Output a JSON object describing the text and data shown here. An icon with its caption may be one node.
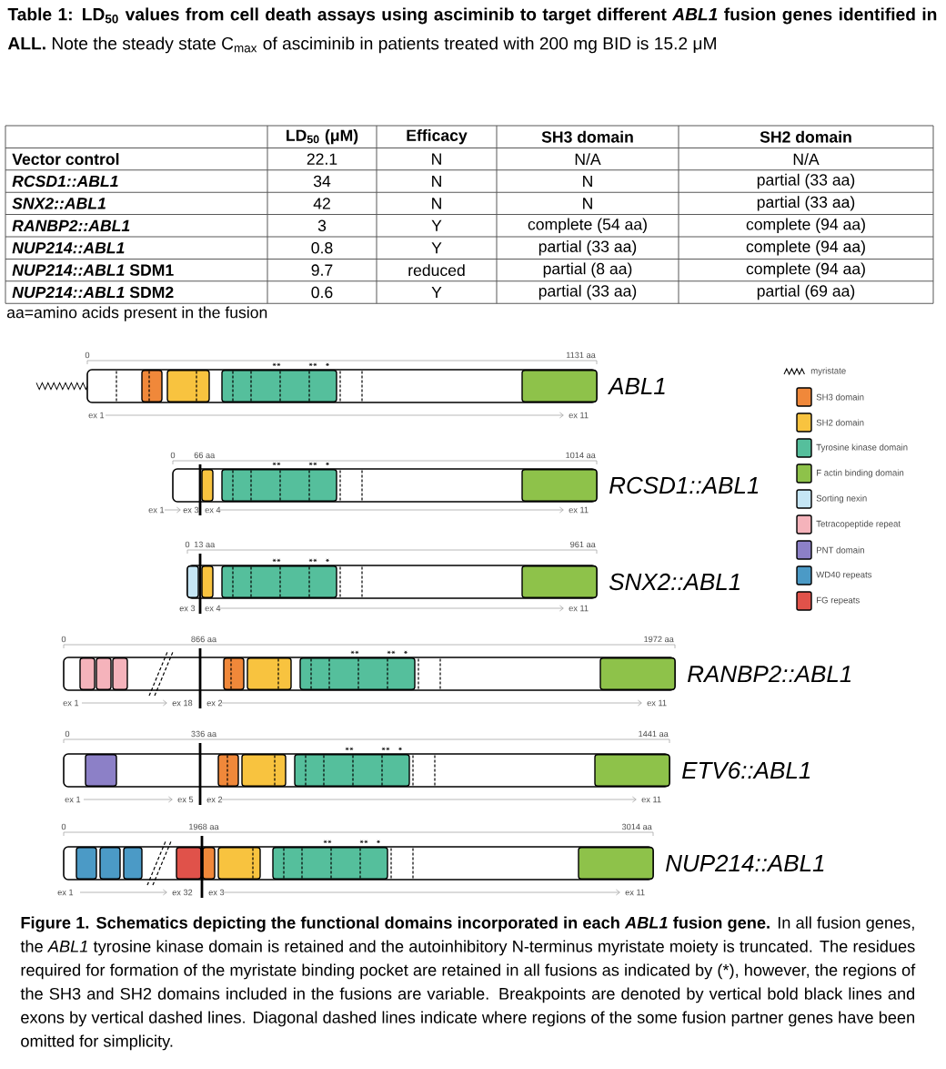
{
  "diagram": {
    "title": "Table 1: LD$_{50}$ values from cell death assays using asciminib to target different *ABL1* fusion genes identified in ALL.",
    "caption": "Figure 1. Schematics depicting the functional domains incorporated in each *ABL1* fusion gene.",
    "labels": [
      "Note the steady state C$_{max}$ of asciminib in patients treated with 200 mg BID is 15.2 μM",
      "LD$_{50}$ (μM)",
      "Efficacy",
      "SH3 domain",
      "SH2 domain",
      "Vector control",
      "22.1",
      "N",
      "N/A",
      "N/A",
      "RCSD1::ABL1",
      "34",
      "N",
      "N",
      "partial (33 aa)",
      "SNX2::ABL1",
      "42",
      "N",
      "N",
      "partial (33 aa)",
      "RANBP2::ABL1",
      "3",
      "Y",
      "complete (54 aa)",
      "complete (94 aa)",
      "NUP214::ABL1",
      "0.8",
      "Y",
      "partial (33 aa)",
      "complete (94 aa)",
      "*NUP214::ABL1* SDM1",
      "9.7",
      "reduced",
      "partial (8 aa)",
      "complete (94 aa)",
      "*NUP214::ABL1* SDM2",
      "0.6",
      "Y",
      "partial (33 aa)",
      "partial (69 aa)",
      "aa=amino acids present in the fusion",
      "0",
      "1131 aa",
      "ABL1",
      "ex 1",
      "ex 11",
      "0",
      "66 aa",
      "1014 aa",
      "RCSD1::ABL1",
      "ex 1",
      "ex 3",
      "ex 4",
      "ex 11",
      "0",
      "13 aa",
      "961 aa",
      "SNX2::ABL1",
      "ex 3",
      "ex 4",
      "ex 11",
      "0",
      "866 aa",
      "1972 aa",
      "RANBP2::ABL1",
      "ex 1",
      "ex 18",
      "ex 2",
      "ex 11",
      "0",
      "336 aa",
      "1441 aa",
      "ETV6::ABL1",
      "ex 1",
      "ex 5",
      "ex 2",
      "ex 11",
      "0",
      "1968 aa",
      "3014 aa",
      "NUP214::ABL1",
      "ex 1",
      "ex 32",
      "ex 3",
      "ex 11",
      "In all fusion genes, the *ABL1* tyrosine kinase domain is retained and the autoinhibitory N-terminus myristate moiety is truncated. The residues required for formation of the myristate binding pocket are retained in all fusions as indicated by (*), however, the regions of the SH3 and SH2 domains included in the fusions are variable. Breakpoints are denoted by vertical bold black lines and exons by vertical dashed lines. Diagonal dashed lines indicate where regions of the some fusion partner genes have been omitted for simplicity."
    ],
    "legend": [
      {
        "text": "myristate"
      },
      {
        "text": "SH3 domain",
        "color": "#f0883a"
      },
      {
        "text": "SH2 domain",
        "color": "#f8c33f"
      },
      {
        "text": "Tyrosine kinase domain",
        "color": "#55bf9c"
      },
      {
        "text": "F actin binding domain",
        "color": "#8ec24a"
      },
      {
        "text": "Sorting nexin",
        "color": "#c5e6f5"
      },
      {
        "text": "Tetracopeptide repeat",
        "color": "#f5b3bb"
      },
      {
        "text": "PNT domain",
        "color": "#8c80c7"
      },
      {
        "text": "WD40 repeats",
        "color": "#4b9ac6"
      },
      {
        "text": "FG repeats",
        "color": "#e0524a"
      }
    ]
  }
}
